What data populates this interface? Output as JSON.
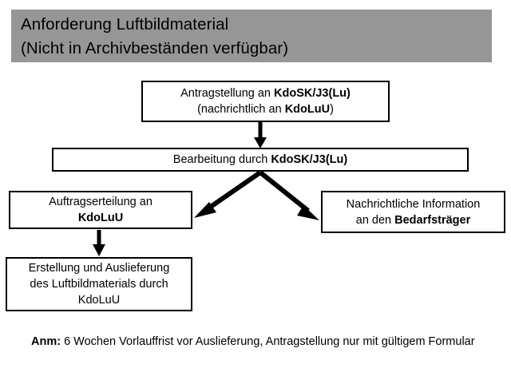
{
  "header": {
    "line1": "Anforderung Luftbildmaterial",
    "line2": "(Nicht in Archivbeständen verfügbar)",
    "background_color": "#969696",
    "text_color": "#000000"
  },
  "flow": {
    "nodes": [
      {
        "id": "antragstellung",
        "lines": [
          {
            "parts": [
              {
                "text": "Antragstellung an ",
                "bold": false
              },
              {
                "text": "KdoSK/J3(Lu)",
                "bold": true
              }
            ]
          },
          {
            "parts": [
              {
                "text": "(nachrichtlich an ",
                "bold": false
              },
              {
                "text": "KdoLuU",
                "bold": true
              },
              {
                "text": ")",
                "bold": false
              }
            ]
          }
        ],
        "line1_plain": "Antragstellung an ",
        "line1_bold": "KdoSK/J3(Lu)",
        "line2_open": "(nachrichtlich an ",
        "line2_bold": "KdoLuU",
        "line2_close": ")"
      },
      {
        "id": "bearbeitung",
        "line1_plain": "Bearbeitung durch ",
        "line1_bold": "KdoSK/J3(Lu)"
      },
      {
        "id": "auftrag",
        "line1_plain": "Auftragserteilung an",
        "line2_bold": "KdoLuU"
      },
      {
        "id": "nachricht",
        "line1_plain": "Nachrichtliche Information",
        "line2_plain": "an den ",
        "line2_bold": "Bedarfsträger"
      },
      {
        "id": "erstellung",
        "line1_plain": "Erstellung und Auslieferung",
        "line2_plain": "des Luftbildmaterials durch",
        "line3_plain": "KdoLuU"
      }
    ],
    "edges": [
      {
        "from": "antragstellung",
        "to": "bearbeitung",
        "style": "vertical-down-arrow"
      },
      {
        "from": "bearbeitung",
        "to": "auftrag",
        "style": "diagonal-down-left-arrow"
      },
      {
        "from": "bearbeitung",
        "to": "nachricht",
        "style": "diagonal-down-right-arrow"
      },
      {
        "from": "auftrag",
        "to": "erstellung",
        "style": "vertical-down-arrow"
      }
    ],
    "line_color": "#000000",
    "box_fill": "#ffffff"
  },
  "note": {
    "label": "Anm:",
    "text_line1": " 6 Wochen Vorlauffrist vor Auslieferung, Antragstellung nur mit",
    "text_line2": "gültigem Formular"
  }
}
